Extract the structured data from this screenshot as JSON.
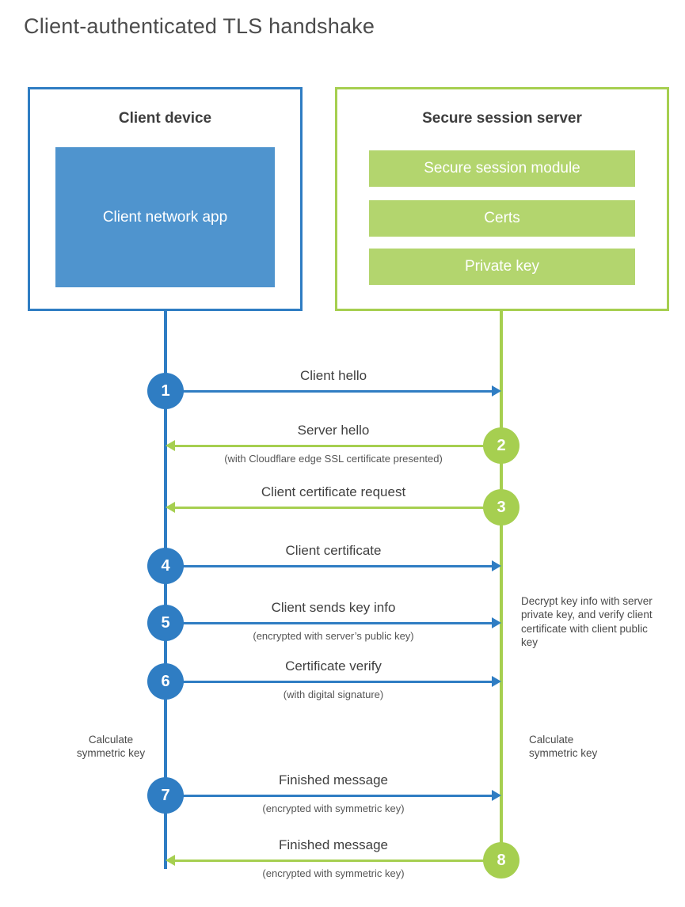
{
  "title": "Client-authenticated TLS handshake",
  "colors": {
    "blue": "#2f7dc3",
    "blue_light": "#4f94ce",
    "green": "#a6cf50",
    "green_light": "#b3d56e"
  },
  "client_box": {
    "title": "Client device",
    "app_label": "Client network app"
  },
  "server_box": {
    "title": "Secure session server",
    "modules": [
      "Secure session module",
      "Certs",
      "Private key"
    ]
  },
  "steps": [
    {
      "num": "1",
      "actor": "client",
      "direction": "right",
      "label": "Client hello",
      "sublabel": ""
    },
    {
      "num": "2",
      "actor": "server",
      "direction": "left",
      "label": "Server hello",
      "sublabel": "(with Cloudflare edge SSL certificate presented)"
    },
    {
      "num": "3",
      "actor": "server",
      "direction": "left",
      "label": "Client certificate request",
      "sublabel": ""
    },
    {
      "num": "4",
      "actor": "client",
      "direction": "right",
      "label": "Client certificate",
      "sublabel": ""
    },
    {
      "num": "5",
      "actor": "client",
      "direction": "right",
      "label": "Client sends key info",
      "sublabel": "(encrypted with server’s public key)"
    },
    {
      "num": "6",
      "actor": "client",
      "direction": "right",
      "label": "Certificate verify",
      "sublabel": "(with digital signature)"
    },
    {
      "num": "7",
      "actor": "client",
      "direction": "right",
      "label": "Finished message",
      "sublabel": "(encrypted with symmetric key)"
    },
    {
      "num": "8",
      "actor": "server",
      "direction": "left",
      "label": "Finished message",
      "sublabel": "(encrypted with symmetric key)"
    }
  ],
  "annotations": {
    "decrypt_note": "Decrypt key info with server private key, and verify client certificate with client public key",
    "calc_symmetric_left": "Calculate symmetric key",
    "calc_symmetric_right": "Calculate symmetric key"
  }
}
